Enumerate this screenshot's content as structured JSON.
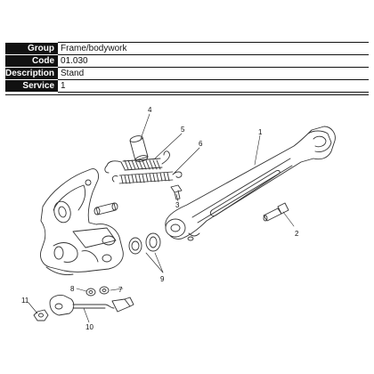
{
  "header": {
    "rows": [
      {
        "label": "Group",
        "value": "Frame/bodywork"
      },
      {
        "label": "Code",
        "value": "01.030"
      },
      {
        "label": "Description",
        "value": "Stand"
      },
      {
        "label": "Service",
        "value": "1"
      }
    ]
  },
  "diagram": {
    "callouts": [
      "1",
      "2",
      "3",
      "4",
      "5",
      "6",
      "7",
      "8",
      "9",
      "10",
      "11"
    ]
  }
}
